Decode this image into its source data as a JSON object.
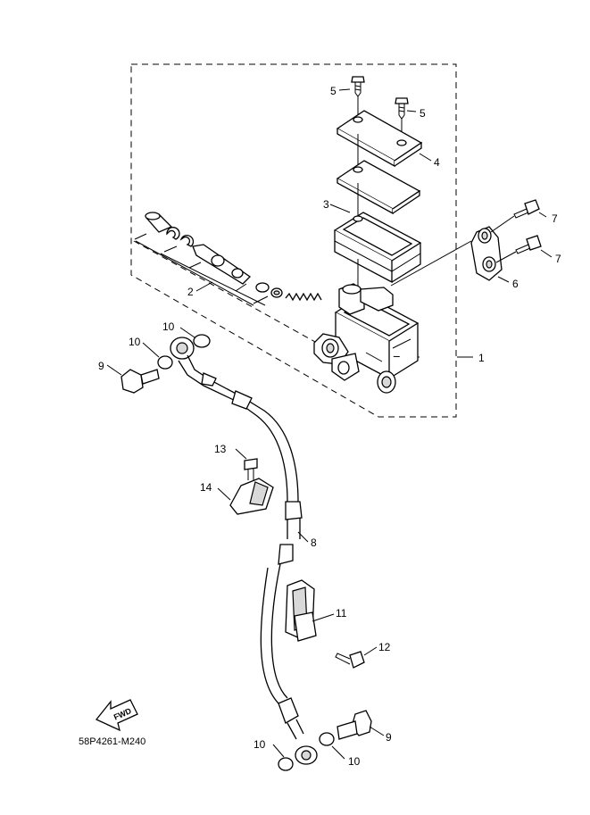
{
  "diagram": {
    "callouts": {
      "c1": "1",
      "c2": "2",
      "c3": "3",
      "c4": "4",
      "c5a": "5",
      "c5b": "5",
      "c6": "6",
      "c7a": "7",
      "c7b": "7",
      "c8": "8",
      "c9a": "9",
      "c9b": "9",
      "c10a": "10",
      "c10b": "10",
      "c10c": "10",
      "c10d": "10",
      "c11": "11",
      "c12": "12",
      "c13": "13",
      "c14": "14"
    },
    "fwd_label": "FWD",
    "drawing_code": "58P4261-M240"
  }
}
